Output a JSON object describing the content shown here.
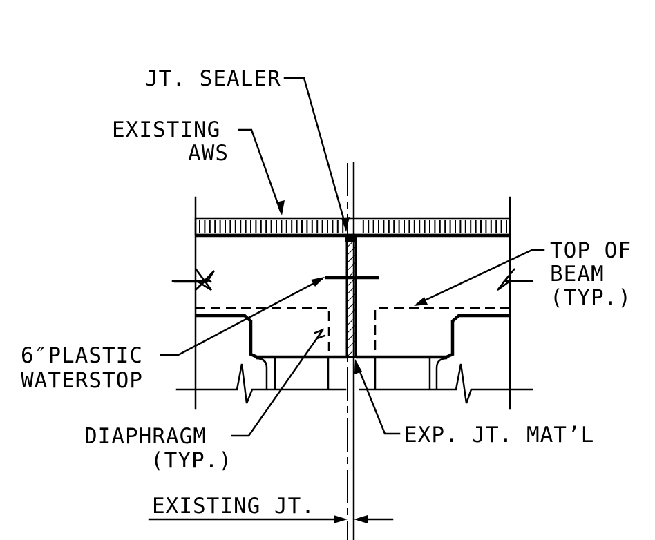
{
  "labels": {
    "jt_sealer": "JT. SEALER",
    "existing_aws_line1": "EXISTING",
    "existing_aws_line2": "AWS",
    "top_of_beam_line1": "TOP OF",
    "top_of_beam_line2": "BEAM",
    "top_of_beam_line3": "(TYP.)",
    "waterstop_line1": "6″PLASTIC",
    "waterstop_line2": "WATERSTOP",
    "diaphragm_line1": "DIAPHRAGM",
    "diaphragm_line2": "(TYP.)",
    "exp_jt_matl": "EXP. JT. MAT’L",
    "existing_jt": "EXISTING JT."
  },
  "colors": {
    "ink": "#000000",
    "paper": "#ffffff"
  }
}
